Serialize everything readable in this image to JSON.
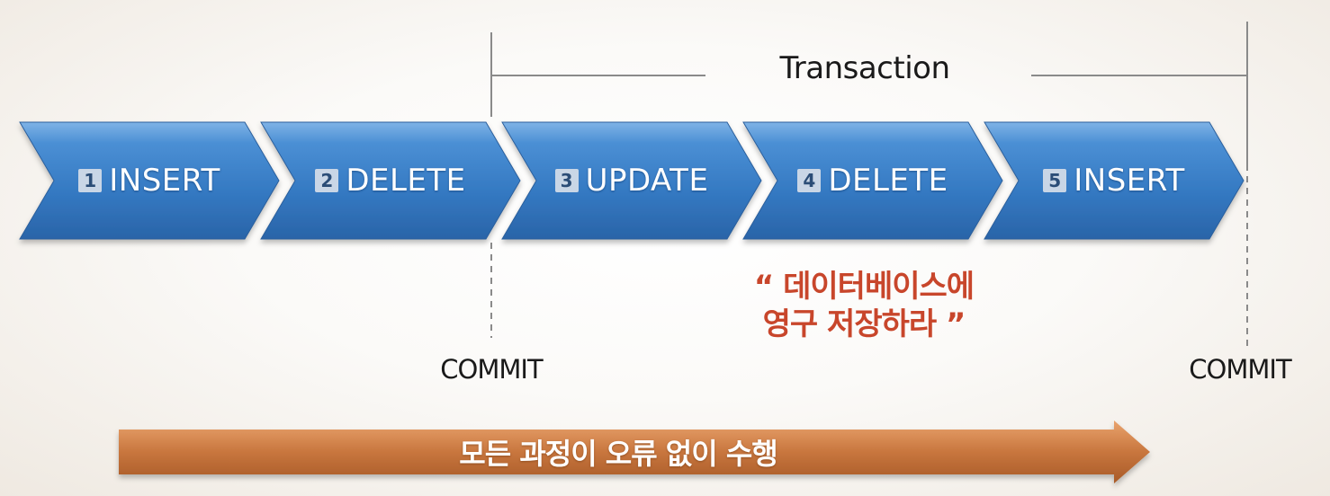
{
  "transaction_label": "Transaction",
  "steps": [
    {
      "number": "1",
      "operation": "INSERT"
    },
    {
      "number": "2",
      "operation": "DELETE"
    },
    {
      "number": "3",
      "operation": "UPDATE"
    },
    {
      "number": "4",
      "operation": "DELETE"
    },
    {
      "number": "5",
      "operation": "INSERT"
    }
  ],
  "commits": [
    {
      "label": "COMMIT"
    },
    {
      "label": "COMMIT"
    }
  ],
  "note": {
    "line1": "“ 데이터베이스에",
    "line2": "영구 저장하라 ”"
  },
  "progress_arrow_label": "모든 과정이 오류 없이 수행",
  "colors": {
    "chevron": "#3f83cc",
    "note_text": "#c8462b",
    "progress_arrow": "#c8763e",
    "bracket_line": "#8a8a8a"
  }
}
